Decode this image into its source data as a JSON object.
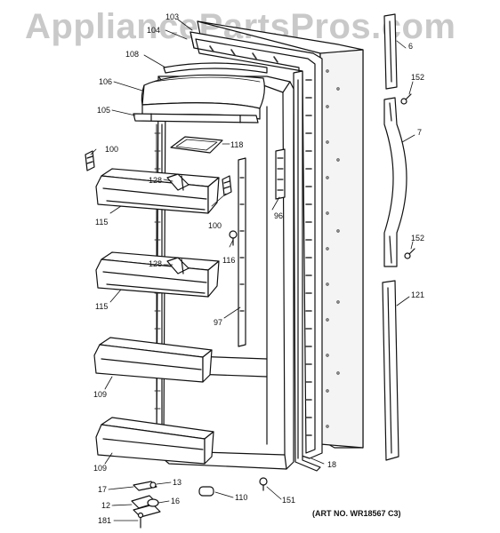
{
  "watermark": "AppliancePartsPros.com",
  "art_number": "(ART NO. WR18567 C3)",
  "callouts": [
    {
      "id": "c103",
      "label": "103"
    },
    {
      "id": "c104",
      "label": "104"
    },
    {
      "id": "c108",
      "label": "108"
    },
    {
      "id": "c106",
      "label": "106"
    },
    {
      "id": "c105",
      "label": "105"
    },
    {
      "id": "c118",
      "label": "118"
    },
    {
      "id": "c100a",
      "label": "100"
    },
    {
      "id": "c128a",
      "label": "128"
    },
    {
      "id": "c100b",
      "label": "100"
    },
    {
      "id": "c96",
      "label": "96"
    },
    {
      "id": "c115a",
      "label": "115"
    },
    {
      "id": "c116",
      "label": "116"
    },
    {
      "id": "c128b",
      "label": "128"
    },
    {
      "id": "c115b",
      "label": "115"
    },
    {
      "id": "c97",
      "label": "97"
    },
    {
      "id": "c109a",
      "label": "109"
    },
    {
      "id": "c109b",
      "label": "109"
    },
    {
      "id": "c18",
      "label": "18"
    },
    {
      "id": "c6",
      "label": "6"
    },
    {
      "id": "c152a",
      "label": "152"
    },
    {
      "id": "c7",
      "label": "7"
    },
    {
      "id": "c152b",
      "label": "152"
    },
    {
      "id": "c121",
      "label": "121"
    },
    {
      "id": "c17",
      "label": "17"
    },
    {
      "id": "c13",
      "label": "13"
    },
    {
      "id": "c12",
      "label": "12"
    },
    {
      "id": "c16",
      "label": "16"
    },
    {
      "id": "c181",
      "label": "181"
    },
    {
      "id": "c110",
      "label": "110"
    },
    {
      "id": "c151",
      "label": "151"
    }
  ]
}
